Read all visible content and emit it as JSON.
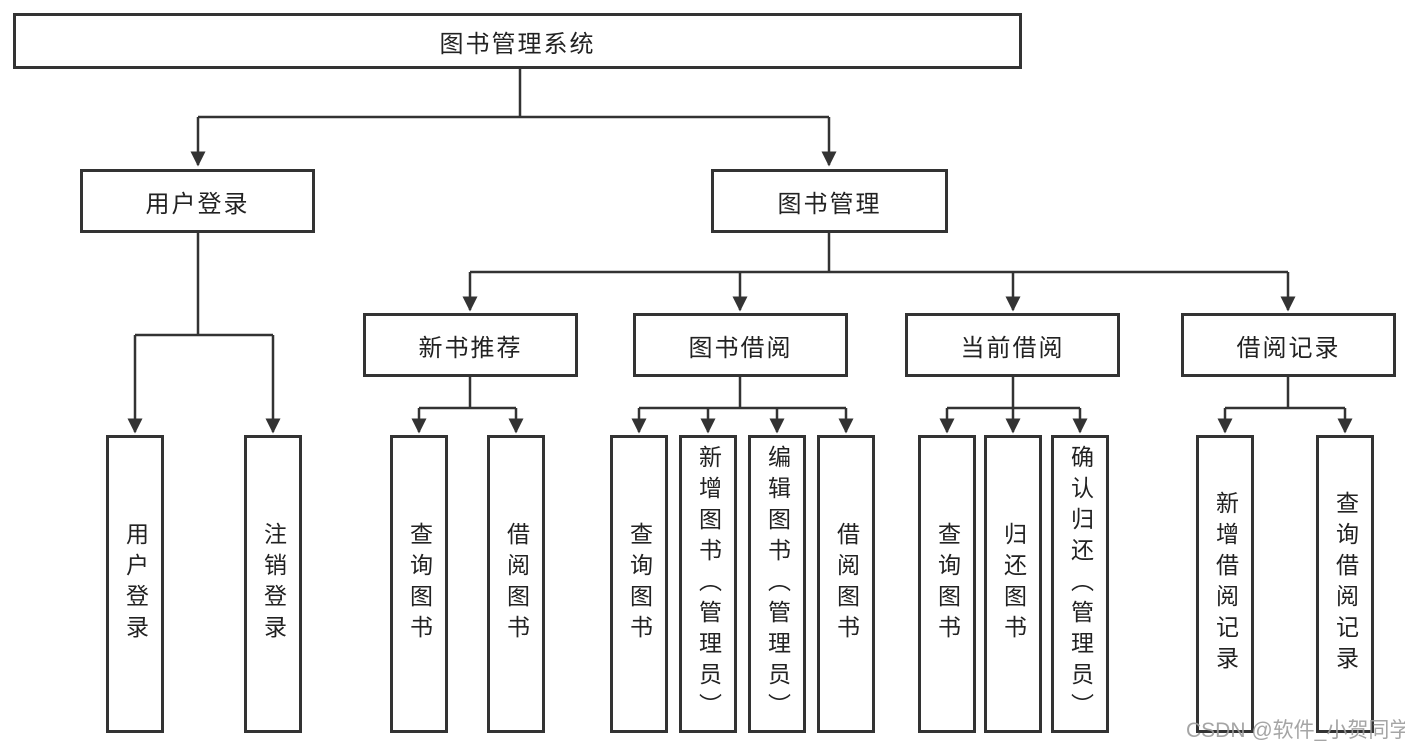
{
  "colors": {
    "line": "#333333",
    "text": "#222222",
    "background": "#ffffff",
    "watermark": "#9b9b9b"
  },
  "nodes": {
    "root": "图书管理系统",
    "user_login": "用户登录",
    "book_management": "图书管理",
    "new_book_recommend": "新书推荐",
    "book_borrowing": "图书借阅",
    "current_borrowing": "当前借阅",
    "borrowing_records": "借阅记录"
  },
  "leaves": {
    "user_login": [
      "用户登录",
      "注销登录"
    ],
    "new_book_recommend": [
      "查询图书",
      "借阅图书"
    ],
    "book_borrowing": [
      "查询图书",
      "新增图书（管理员）",
      "编辑图书（管理员）",
      "借阅图书"
    ],
    "current_borrowing": [
      "查询图书",
      "归还图书",
      "确认归还（管理员）"
    ],
    "borrowing_records": [
      "新增借阅记录",
      "查询借阅记录"
    ]
  },
  "watermark": "CSDN @软件_小贺同学"
}
